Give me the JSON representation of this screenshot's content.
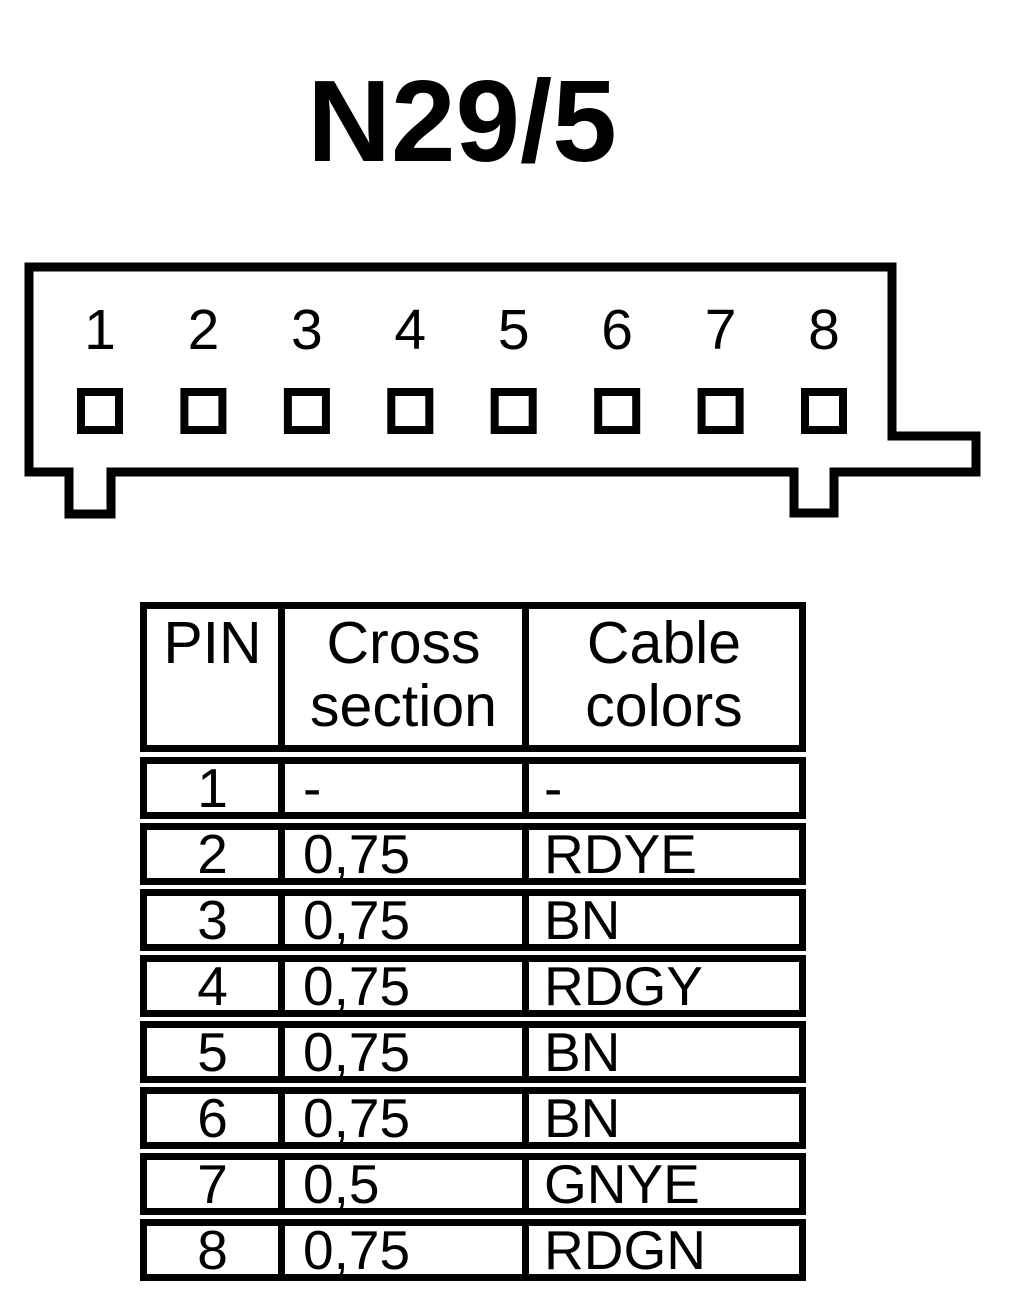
{
  "title": "N29/5",
  "colors": {
    "ink": "#000000",
    "background": "#ffffff"
  },
  "connector": {
    "pins": [
      "1",
      "2",
      "3",
      "4",
      "5",
      "6",
      "7",
      "8"
    ]
  },
  "table": {
    "headers": [
      "PIN",
      "Cross section",
      "Cable colors"
    ],
    "rows": [
      {
        "pin": "1",
        "cross_section": "-",
        "cable_color": "-"
      },
      {
        "pin": "2",
        "cross_section": "0,75",
        "cable_color": "RDYE"
      },
      {
        "pin": "3",
        "cross_section": "0,75",
        "cable_color": "BN"
      },
      {
        "pin": "4",
        "cross_section": "0,75",
        "cable_color": "RDGY"
      },
      {
        "pin": "5",
        "cross_section": "0,75",
        "cable_color": "BN"
      },
      {
        "pin": "6",
        "cross_section": "0,75",
        "cable_color": "BN"
      },
      {
        "pin": "7",
        "cross_section": "0,5",
        "cable_color": "GNYE"
      },
      {
        "pin": "8",
        "cross_section": "0,75",
        "cable_color": "RDGN"
      }
    ]
  }
}
